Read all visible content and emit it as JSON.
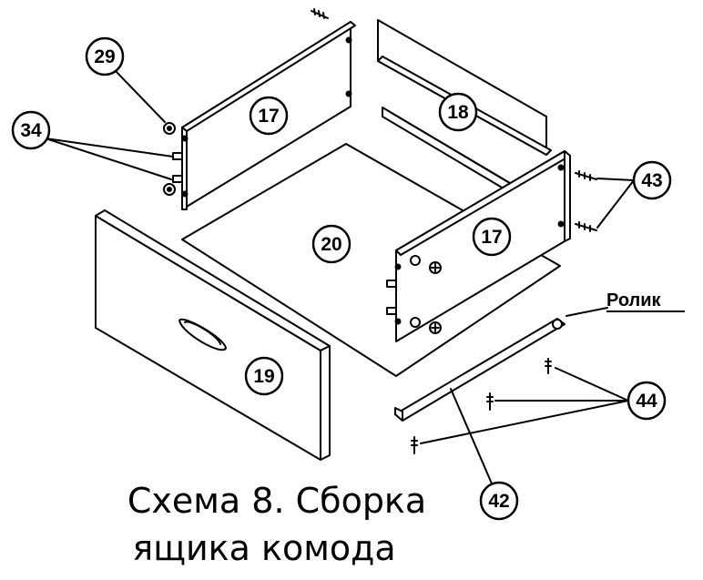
{
  "parts": [
    {
      "id": "part-29",
      "label": "29"
    },
    {
      "id": "part-34",
      "label": "34"
    },
    {
      "id": "part-17-left",
      "label": "17"
    },
    {
      "id": "part-18",
      "label": "18"
    },
    {
      "id": "part-43",
      "label": "43"
    },
    {
      "id": "part-20",
      "label": "20"
    },
    {
      "id": "part-17-right",
      "label": "17"
    },
    {
      "id": "part-19",
      "label": "19"
    },
    {
      "id": "part-44",
      "label": "44"
    },
    {
      "id": "part-42",
      "label": "42"
    }
  ],
  "roller_label": "Ролик",
  "caption": {
    "line1": "Схема 8. Сборка",
    "line2": "ящика комода"
  }
}
